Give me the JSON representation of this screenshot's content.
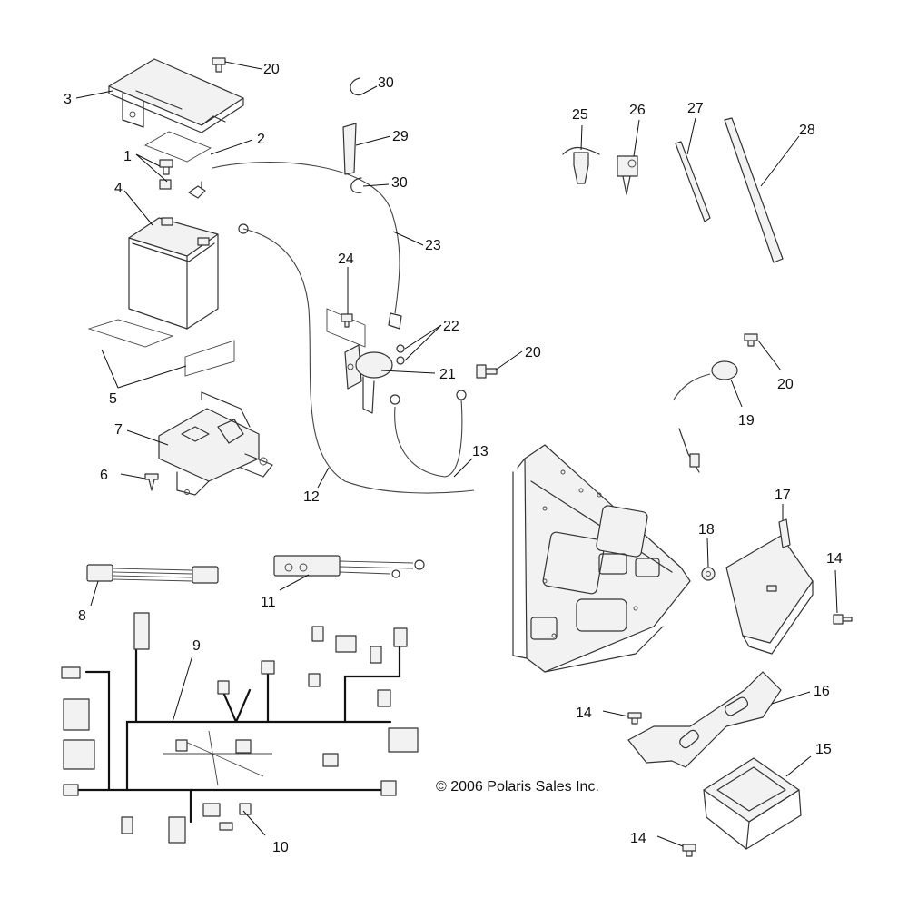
{
  "copyright": "© 2006 Polaris Sales Inc.",
  "callouts": [
    {
      "id": "c1",
      "label": "1"
    },
    {
      "id": "c2",
      "label": "2"
    },
    {
      "id": "c3",
      "label": "3"
    },
    {
      "id": "c4",
      "label": "4"
    },
    {
      "id": "c5",
      "label": "5"
    },
    {
      "id": "c6",
      "label": "6"
    },
    {
      "id": "c7",
      "label": "7"
    },
    {
      "id": "c8",
      "label": "8"
    },
    {
      "id": "c9",
      "label": "9"
    },
    {
      "id": "c10",
      "label": "10"
    },
    {
      "id": "c11",
      "label": "11"
    },
    {
      "id": "c12",
      "label": "12"
    },
    {
      "id": "c13",
      "label": "13"
    },
    {
      "id": "c14a",
      "label": "14"
    },
    {
      "id": "c14b",
      "label": "14"
    },
    {
      "id": "c14c",
      "label": "14"
    },
    {
      "id": "c15",
      "label": "15"
    },
    {
      "id": "c16",
      "label": "16"
    },
    {
      "id": "c17",
      "label": "17"
    },
    {
      "id": "c18",
      "label": "18"
    },
    {
      "id": "c19",
      "label": "19"
    },
    {
      "id": "c20a",
      "label": "20"
    },
    {
      "id": "c20b",
      "label": "20"
    },
    {
      "id": "c20c",
      "label": "20"
    },
    {
      "id": "c21",
      "label": "21"
    },
    {
      "id": "c22",
      "label": "22"
    },
    {
      "id": "c23",
      "label": "23"
    },
    {
      "id": "c24",
      "label": "24"
    },
    {
      "id": "c25",
      "label": "25"
    },
    {
      "id": "c26",
      "label": "26"
    },
    {
      "id": "c27",
      "label": "27"
    },
    {
      "id": "c28",
      "label": "28"
    },
    {
      "id": "c29",
      "label": "29"
    },
    {
      "id": "c30a",
      "label": "30"
    },
    {
      "id": "c30b",
      "label": "30"
    }
  ]
}
